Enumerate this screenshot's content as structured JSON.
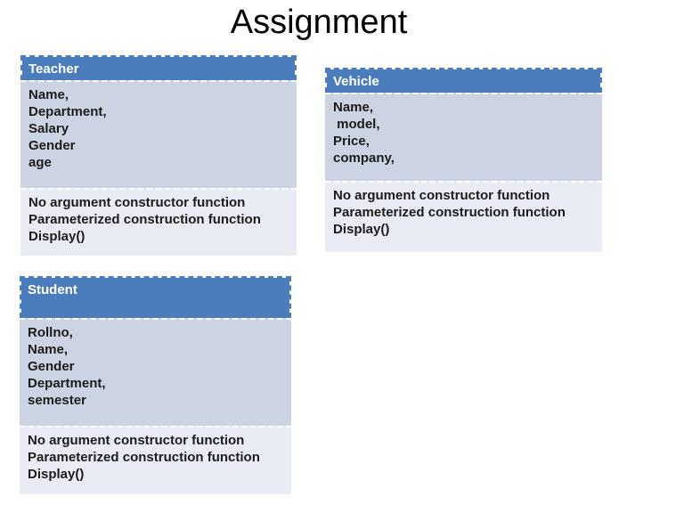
{
  "slide": {
    "title": "Assignment"
  },
  "colors": {
    "slide_bg": "#ffffff",
    "title_text": "#000000",
    "header_bg": "#4B7DBD",
    "header_text": "#ffffff",
    "attributes_bg": "#CCD3E3",
    "methods_bg": "#E9ECF4",
    "body_text": "#1c1c1c",
    "dash": "#ffffff"
  },
  "boxes": [
    {
      "title": "Teacher",
      "attributes": [
        "Name,",
        "Department,",
        "Salary",
        "Gender",
        "age"
      ],
      "methods": [
        "No argument constructor function",
        "Parameterized construction function",
        "Display()"
      ]
    },
    {
      "title": "Vehicle",
      "attributes": [
        "Name,",
        " model,",
        "Price,",
        "company,"
      ],
      "methods": [
        "No argument constructor function",
        "Parameterized construction function",
        "Display()"
      ]
    },
    {
      "title": "Student",
      "attributes": [
        "Rollno,",
        "Name,",
        "Gender",
        "Department,",
        "semester"
      ],
      "methods": [
        "No argument constructor function",
        "Parameterized construction function",
        "Display()"
      ]
    }
  ]
}
